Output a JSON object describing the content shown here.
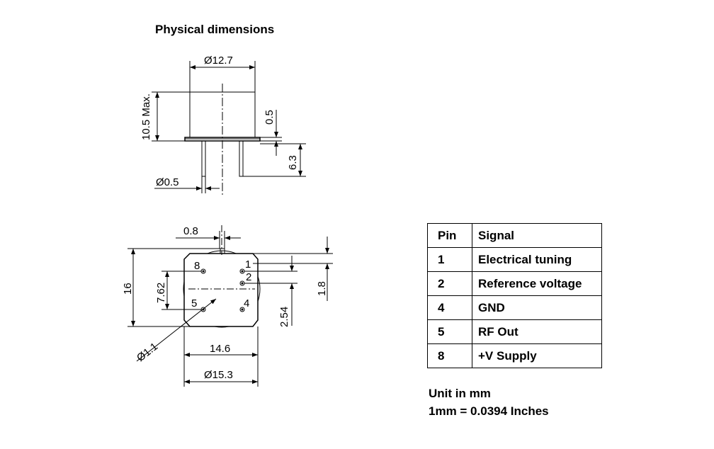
{
  "title": "Physical dimensions",
  "side_view": {
    "diameter_top": "Ø12.7",
    "height_max": "10.5 Max.",
    "flange": "0.5",
    "pin_length": "6.3",
    "pin_diameter": "Ø0.5"
  },
  "bottom_view": {
    "pin_width": "0.8",
    "body_size": "16",
    "pin_spacing_vertical": "7.62",
    "offset_right": "1.8",
    "pin_spacing": "2.54",
    "pin_diameter": "Ø1.1",
    "width_inner": "14.6",
    "diameter_outer": "Ø15.3",
    "pin_labels": [
      "8",
      "1",
      "2",
      "5",
      "4"
    ]
  },
  "pin_table": {
    "headers": [
      "Pin",
      "Signal"
    ],
    "rows": [
      [
        "1",
        "Electrical tuning"
      ],
      [
        "2",
        "Reference voltage"
      ],
      [
        "4",
        "GND"
      ],
      [
        "5",
        "RF Out"
      ],
      [
        "8",
        "+V Supply"
      ]
    ]
  },
  "notes": {
    "unit": "Unit in mm",
    "conversion": "1mm = 0.0394 Inches"
  }
}
